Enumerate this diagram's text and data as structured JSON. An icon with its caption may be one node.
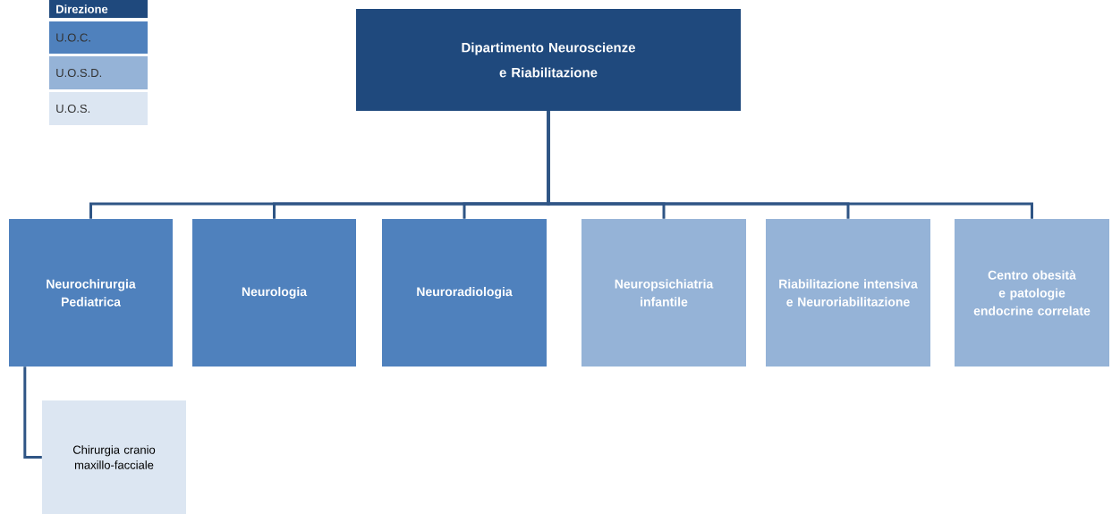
{
  "diagram": {
    "nodes": [
      {
        "text": [
          "Dipartimento Neuroscienze e Riabilitazione"
        ]
      },
      {
        "text": [
          "Neurochirurgia Pediatrica"
        ]
      },
      {
        "text": [
          "Neurologia"
        ]
      },
      {
        "text": [
          "Neuroradiologia"
        ]
      },
      {
        "text": [
          "Neuropsichiatria infantile"
        ]
      },
      {
        "text": [
          "Riabilitazione intensiva e Neuroriabilitazione"
        ]
      },
      {
        "text": [
          "Centro obesità e patologie endocrine correlate"
        ]
      },
      {
        "text": [
          "Chirurgia cranio maxillo-facciale"
        ]
      }
    ],
    "edges": [
      {
        "from": 0,
        "to": 1,
        "arrow": "none"
      },
      {
        "from": 0,
        "to": 2,
        "arrow": "none"
      },
      {
        "from": 0,
        "to": 3,
        "arrow": "none"
      },
      {
        "from": 0,
        "to": 4,
        "arrow": "none"
      },
      {
        "from": 0,
        "to": 5,
        "arrow": "none"
      },
      {
        "from": 0,
        "to": 6,
        "arrow": "none"
      },
      {
        "from": 1,
        "to": 7,
        "arrow": "none"
      }
    ],
    "legend": [
      {
        "text": "Direzione",
        "color": "#1f497d"
      },
      {
        "text": "U.O.C.",
        "color": "#4f81bd"
      },
      {
        "text": "U.O.S.D.",
        "color": "#95b3d7"
      },
      {
        "text": "U.O.S.",
        "color": "#dce6f2"
      }
    ]
  }
}
